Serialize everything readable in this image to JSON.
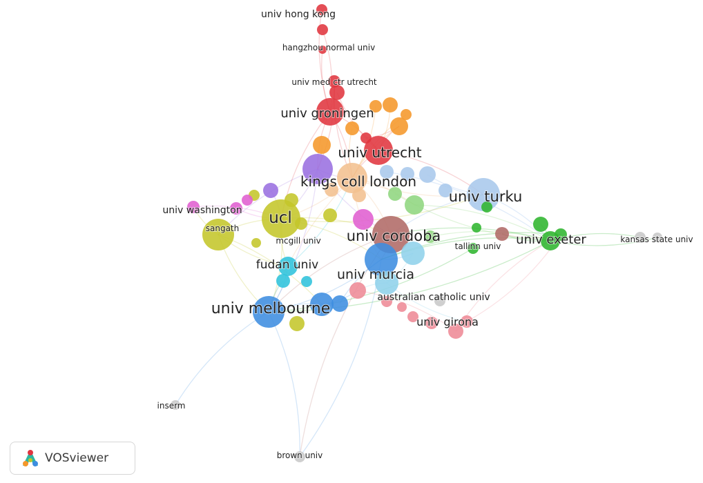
{
  "app": {
    "brand": "VOSviewer",
    "logo_icon": "vosviewer-logo-icon"
  },
  "clusters": {
    "red": "#e0353f",
    "orange": "#f5972a",
    "purple": "#9a6fe0",
    "peach": "#f2c08f",
    "lightblue": "#a8c8ec",
    "blue": "#3d8de0",
    "green": "#2fb52f",
    "lightgreen": "#8fd67f",
    "olive": "#c4c62a",
    "magenta": "#e05ed0",
    "brown": "#b06a66",
    "cyan": "#2fc3dc",
    "skyblue": "#8fd2ea",
    "pink": "#ee8a96",
    "grey": "#c8c8c8"
  },
  "nodes": [
    {
      "label": "univ hong kong",
      "cluster": "red"
    },
    {
      "label": "hangzhou normal univ",
      "cluster": "red"
    },
    {
      "label": "univ med ctr utrecht",
      "cluster": "red"
    },
    {
      "label": "univ groningen",
      "cluster": "red"
    },
    {
      "label": "univ utrecht",
      "cluster": "red"
    },
    {
      "label": "kings coll london",
      "cluster": "peach"
    },
    {
      "label": "univ turku",
      "cluster": "lightblue"
    },
    {
      "label": "univ washington",
      "cluster": "magenta"
    },
    {
      "label": "ucl",
      "cluster": "olive"
    },
    {
      "label": "sangath",
      "cluster": "olive"
    },
    {
      "label": "mcgill univ",
      "cluster": "olive"
    },
    {
      "label": "univ cordoba",
      "cluster": "brown"
    },
    {
      "label": "tallinn univ",
      "cluster": "green"
    },
    {
      "label": "univ exeter",
      "cluster": "green"
    },
    {
      "label": "kansas state univ",
      "cluster": "grey"
    },
    {
      "label": "fudan univ",
      "cluster": "cyan"
    },
    {
      "label": "univ murcia",
      "cluster": "blue"
    },
    {
      "label": "australian catholic univ",
      "cluster": "skyblue"
    },
    {
      "label": "univ girona",
      "cluster": "pink"
    },
    {
      "label": "univ melbourne",
      "cluster": "blue"
    },
    {
      "label": "inserm",
      "cluster": "grey"
    },
    {
      "label": "brown univ",
      "cluster": "grey"
    }
  ]
}
